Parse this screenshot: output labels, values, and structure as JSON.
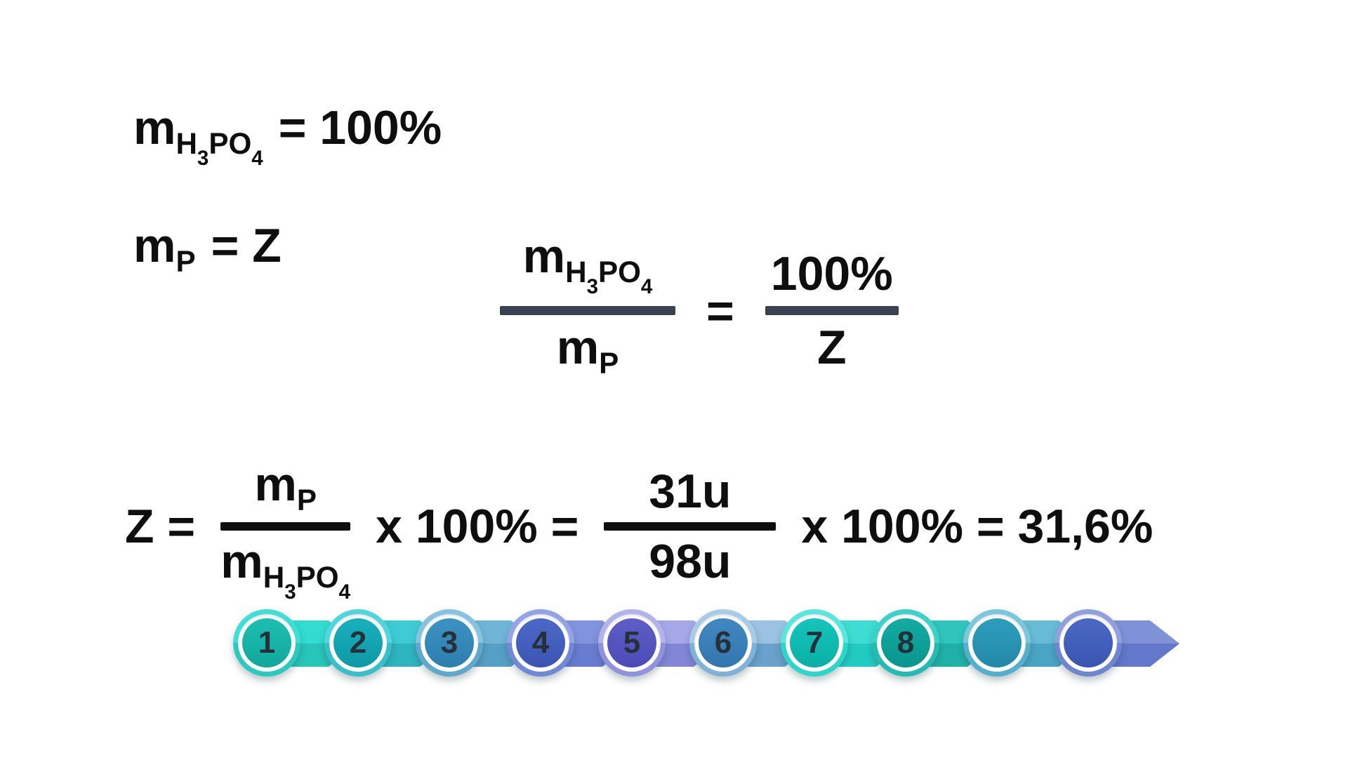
{
  "colors": {
    "text": "#0e0e0e",
    "proportion_bar": "#3A4150",
    "solution_bar": "#0e0e0e",
    "step_number": "#253038"
  },
  "equations": {
    "tokens": {
      "m": "m",
      "H": "H",
      "three": "3",
      "PO": "PO",
      "four": "4",
      "P": "P"
    },
    "given1_rhs": "= 100%",
    "given2_rhs": "= Z",
    "proportion": {
      "equals": "=",
      "right_num": "100%",
      "right_den": "Z"
    },
    "solution": {
      "lhs": "Z =",
      "mult": "x 100% =",
      "num2": "31u",
      "den2": "98u",
      "result": "x 100% = 31,6%"
    }
  },
  "stepper": {
    "items": [
      {
        "label": "1",
        "ring_top": "#40DFD6",
        "ring_bottom": "#2CC9BE",
        "inner_top": "#1DBFB2",
        "inner_bottom": "#10A89B",
        "tail_top": "#33DBD1",
        "tail_bottom": "#28C5BA"
      },
      {
        "label": "2",
        "ring_top": "#4FD6DE",
        "ring_bottom": "#38BFC8",
        "inner_top": "#19B0BD",
        "inner_bottom": "#0E99A6",
        "tail_top": "#3FCBD5",
        "tail_bottom": "#2EB5BF"
      },
      {
        "label": "3",
        "ring_top": "#85C3DF",
        "ring_bottom": "#5FA8CB",
        "inner_top": "#3C92C1",
        "inner_bottom": "#2C7EAD",
        "tail_top": "#70B5D8",
        "tail_bottom": "#569FC6"
      },
      {
        "label": "4",
        "ring_top": "#93A3E3",
        "ring_bottom": "#7287D5",
        "inner_top": "#4C69C7",
        "inner_bottom": "#3C54B3",
        "tail_top": "#8293DD",
        "tail_bottom": "#687CD1"
      },
      {
        "label": "5",
        "ring_top": "#B3B3EB",
        "ring_bottom": "#9092DD",
        "inner_top": "#5E5EC8",
        "inner_bottom": "#4C4AB7",
        "tail_top": "#A5A7E7",
        "tail_bottom": "#8386D7"
      },
      {
        "label": "6",
        "ring_top": "#A9CBE7",
        "ring_bottom": "#81B1D7",
        "inner_top": "#4188C1",
        "inner_bottom": "#3476AF",
        "tail_top": "#9BC1E3",
        "tail_bottom": "#6AA1CD"
      },
      {
        "label": "7",
        "ring_top": "#57E7DD",
        "ring_bottom": "#2DD5CB",
        "inner_top": "#15C5BB",
        "inner_bottom": "#0AAFA5",
        "tail_top": "#3DDDD3",
        "tail_bottom": "#21CBC1"
      },
      {
        "label": "8",
        "ring_top": "#3DD1C9",
        "ring_bottom": "#25BBB3",
        "inner_top": "#13ABA3",
        "inner_bottom": "#09958D",
        "tail_top": "#2FC5BD",
        "tail_bottom": "#1FB1A9"
      },
      {
        "label": "",
        "ring_top": "#7BC7DB",
        "ring_bottom": "#53AFCB",
        "inner_top": "#2E9EBD",
        "inner_bottom": "#2388A9",
        "tail_top": "#67BBD5",
        "tail_bottom": "#4AA5C5"
      },
      {
        "label": "",
        "ring_top": "#91A1DB",
        "ring_bottom": "#6F85CF",
        "inner_top": "#4A69C5",
        "inner_bottom": "#3A55B1",
        "tail_top": "#7F91D7",
        "tail_bottom": "#6377CB"
      }
    ]
  }
}
